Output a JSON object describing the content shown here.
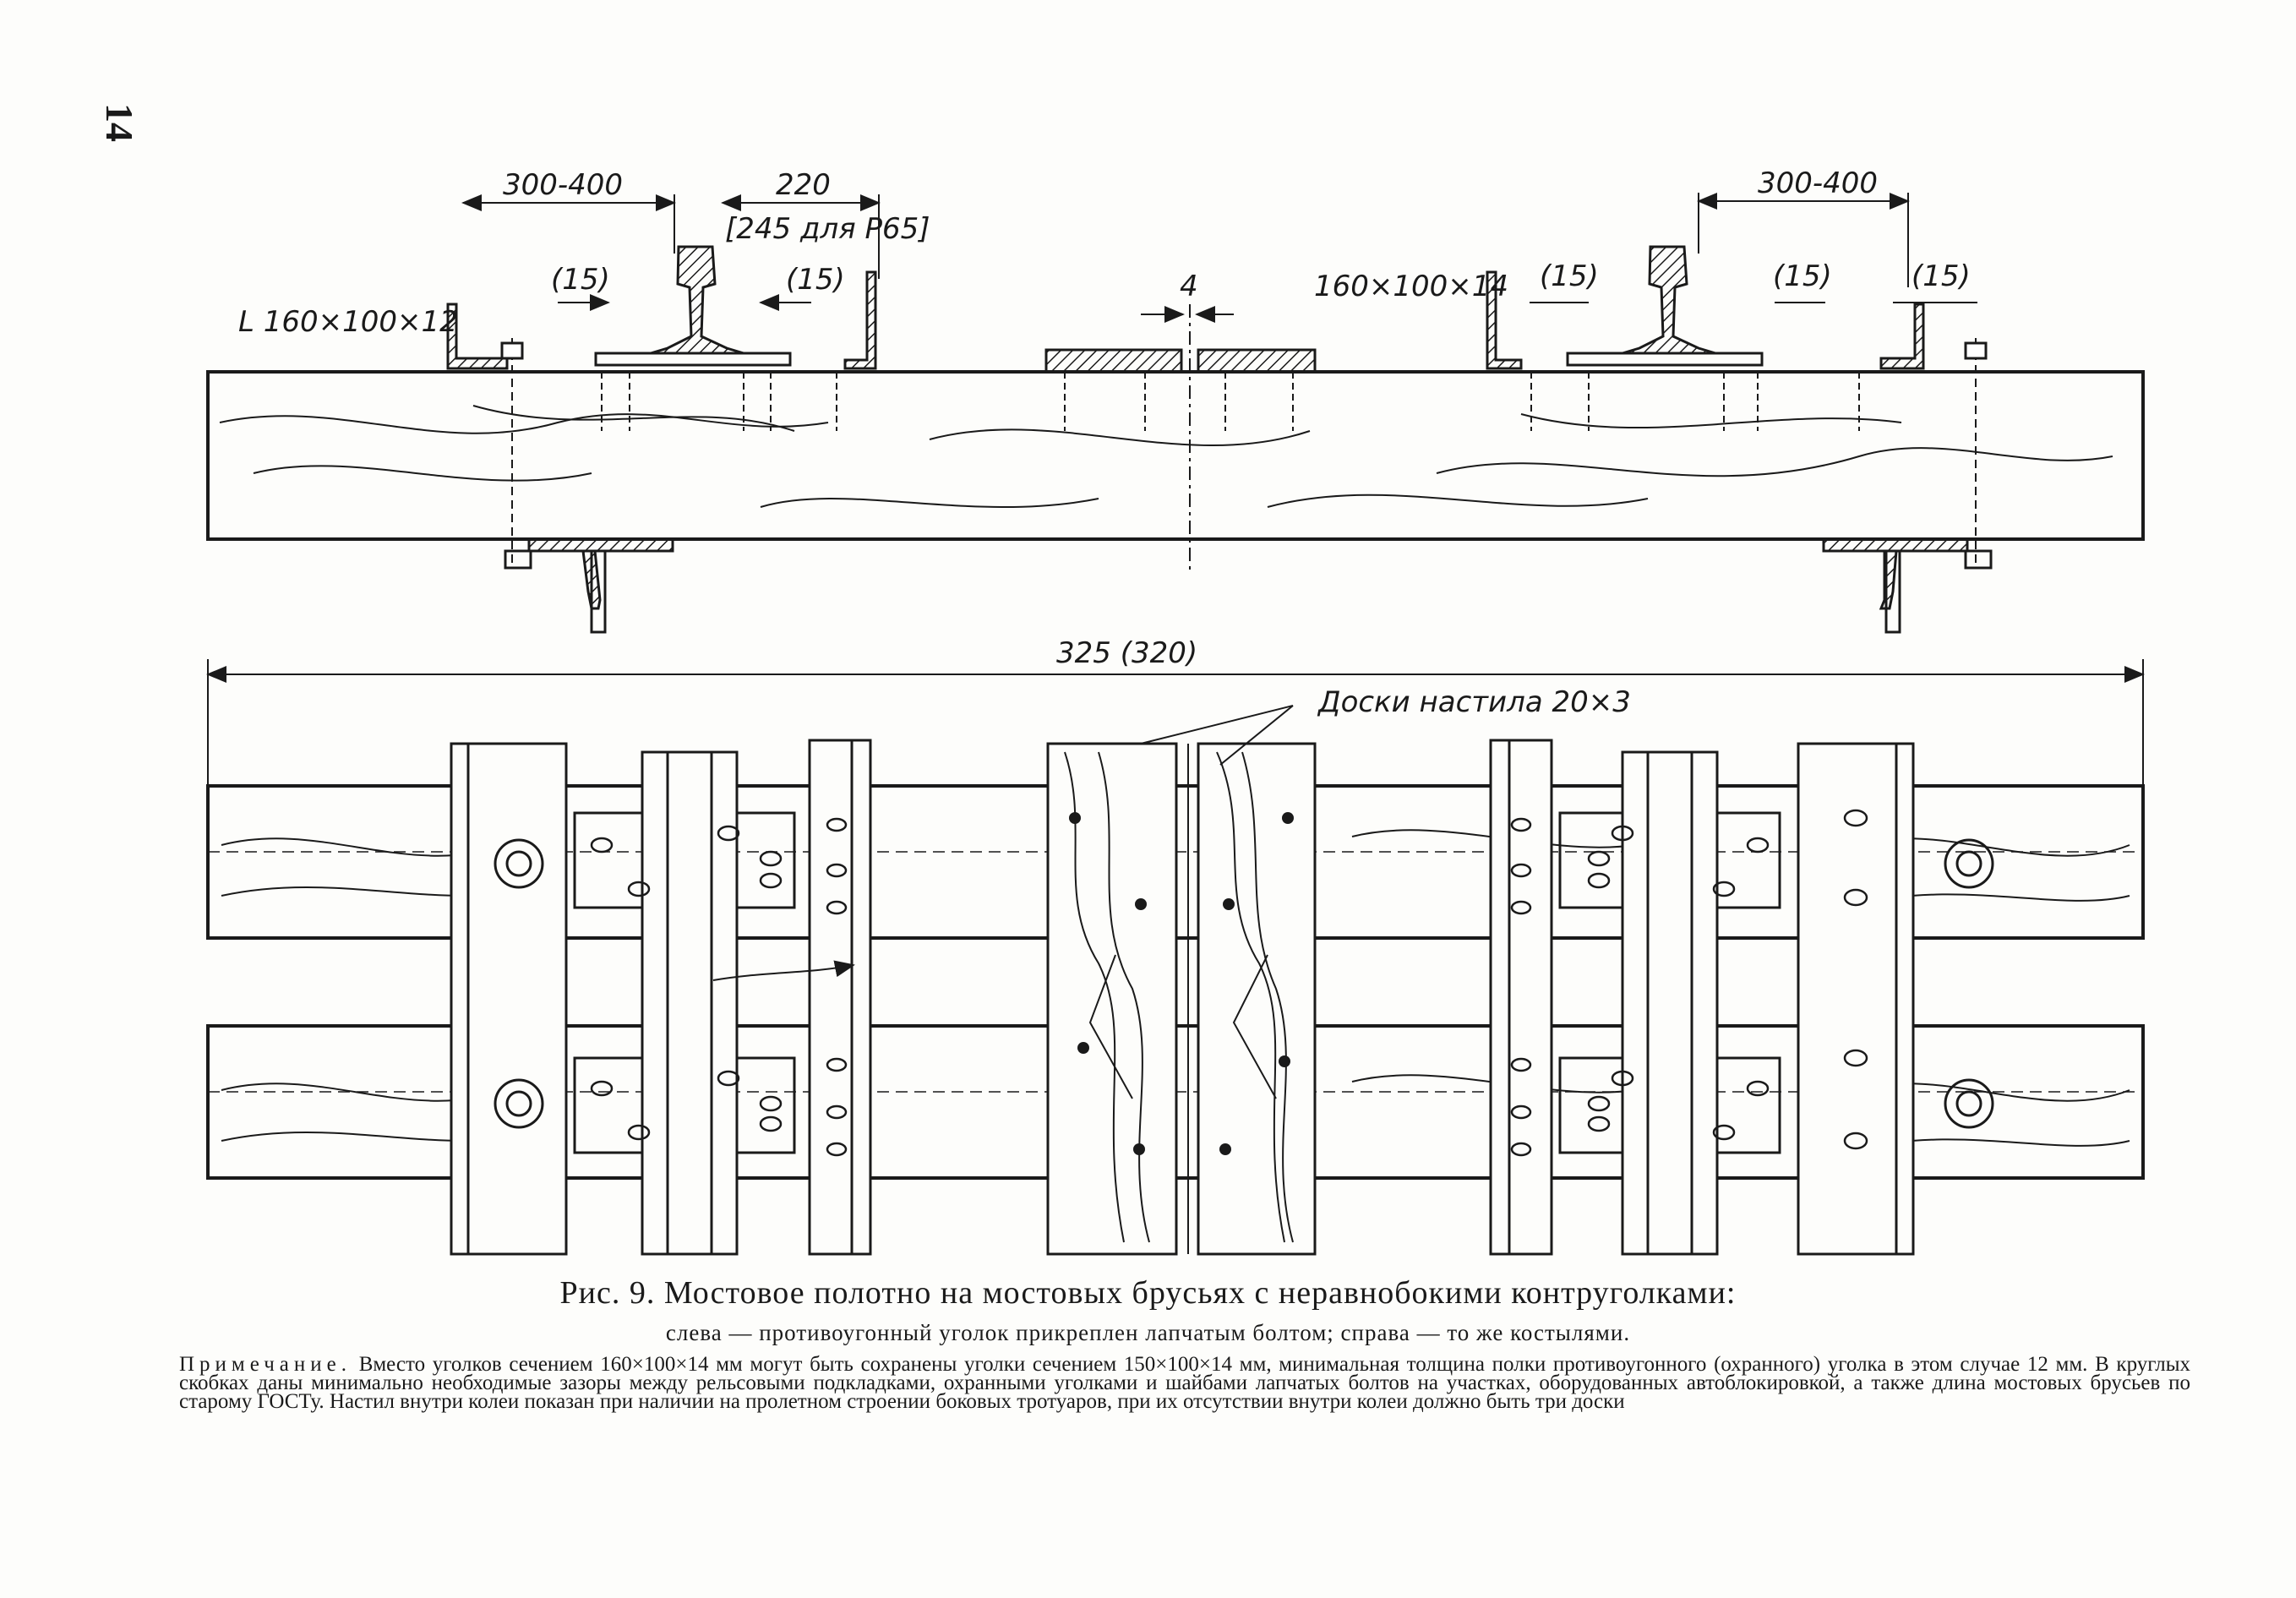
{
  "page_number": "14",
  "section_view": {
    "dim_top_left_gap": "300-400",
    "dim_rail_pad_width": "220",
    "dim_rail_pad_width_alt": "[245 для Р65]",
    "dim_top_right_gap": "300-400",
    "dim_clearance": "(15)",
    "dim_center_gap": "4",
    "angle_left_label": "L 160×100×12",
    "angle_right_label": "160×100×14"
  },
  "plan_view": {
    "overall_length": "325 (320)",
    "deck_boards_label": "Доски настила 20×3"
  },
  "caption": {
    "title": "Рис. 9. Мостовое полотно на мостовых брусьях с неравнобокими контруголками:",
    "subtitle": "слева — противоугонный уголок прикреплен лапчатым болтом; справа — то же костылями."
  },
  "note": {
    "label": "Примечание.",
    "text": "Вместо уголков сечением 160×100×14 мм могут быть сохранены уголки сечением 150×100×14 мм, минимальная толщина полки противоугонного (охранного) уголка в этом случае 12 мм. В круглых скобках даны минимально необходимые зазоры между рельсовыми подкладками, охранными уголками и шайбами лапчатых болтов на участках, оборудованных автоблокировкой, а также длина мостовых брусьев по старому ГОСТу. Настил внутри колеи показан при наличии на пролетном строении боковых тротуаров, при их отсутствии внутри колеи должно быть три доски"
  }
}
